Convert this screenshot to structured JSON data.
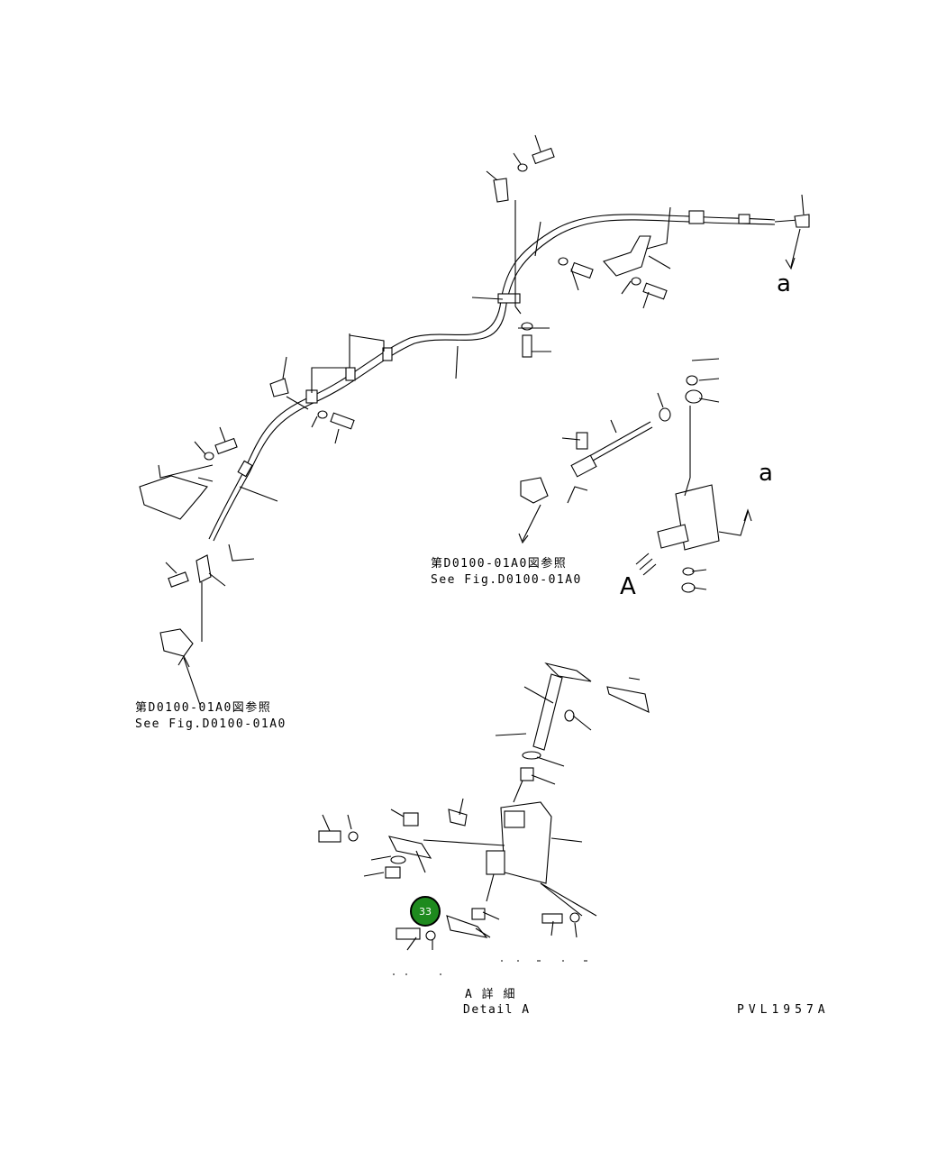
{
  "references": {
    "upper": {
      "jp": "第D0100-01A0図参照",
      "en": "See Fig.D0100-01A0"
    },
    "lower": {
      "jp": "第D0100-01A0図参照",
      "en": "See Fig.D0100-01A0"
    }
  },
  "markers": {
    "a1": "a",
    "a2": "a",
    "A": "A"
  },
  "detail": {
    "jp": "A 詳 細",
    "en": "Detail A"
  },
  "drawing_code": "PVL1957A",
  "callout": {
    "number": "33",
    "color": "#1e8a1e"
  }
}
